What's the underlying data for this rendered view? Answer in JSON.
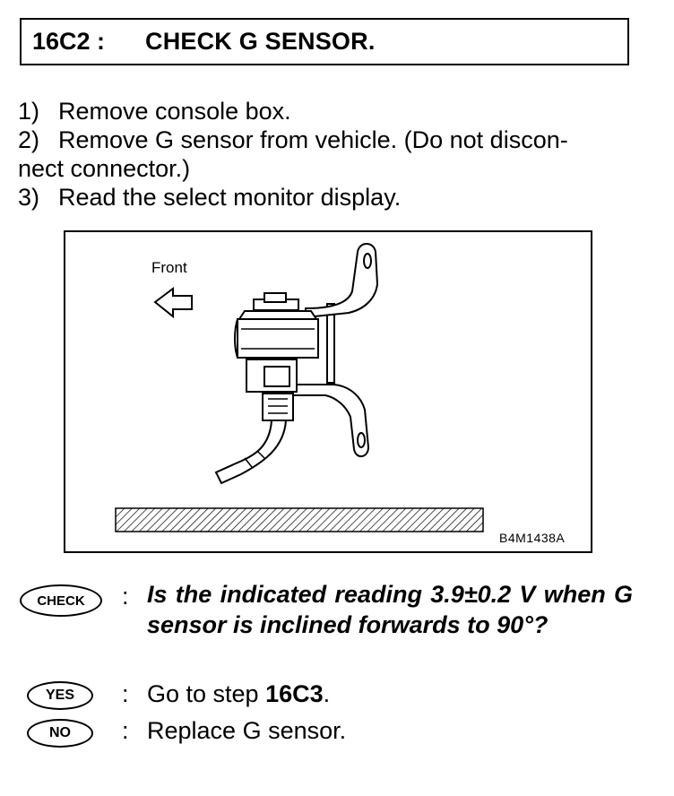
{
  "header": {
    "code": "16C2 :",
    "title": "CHECK G SENSOR."
  },
  "steps": [
    {
      "num": "1)",
      "text": "Remove console box."
    },
    {
      "num": "2)",
      "text": "Remove G sensor from vehicle. (Do not discon-",
      "cont": "nect connector.)"
    },
    {
      "num": "3)",
      "text": "Read the select monitor display."
    }
  ],
  "figure": {
    "front_label": "Front",
    "figure_code": "B4M1438A",
    "icons": [
      "front-arrow-icon",
      "g-sensor-illustration",
      "hatched-floor"
    ]
  },
  "check": {
    "badge": "CHECK",
    "colon": ":",
    "question": "Is the indicated reading 3.9±0.2 V when G sensor is inclined forwards to 90°?"
  },
  "yes": {
    "badge": "YES",
    "colon": ":",
    "text_prefix": "Go to step ",
    "step_ref": "16C3",
    "text_suffix": "."
  },
  "no": {
    "badge": "NO",
    "colon": ":",
    "text": "Replace G sensor."
  }
}
